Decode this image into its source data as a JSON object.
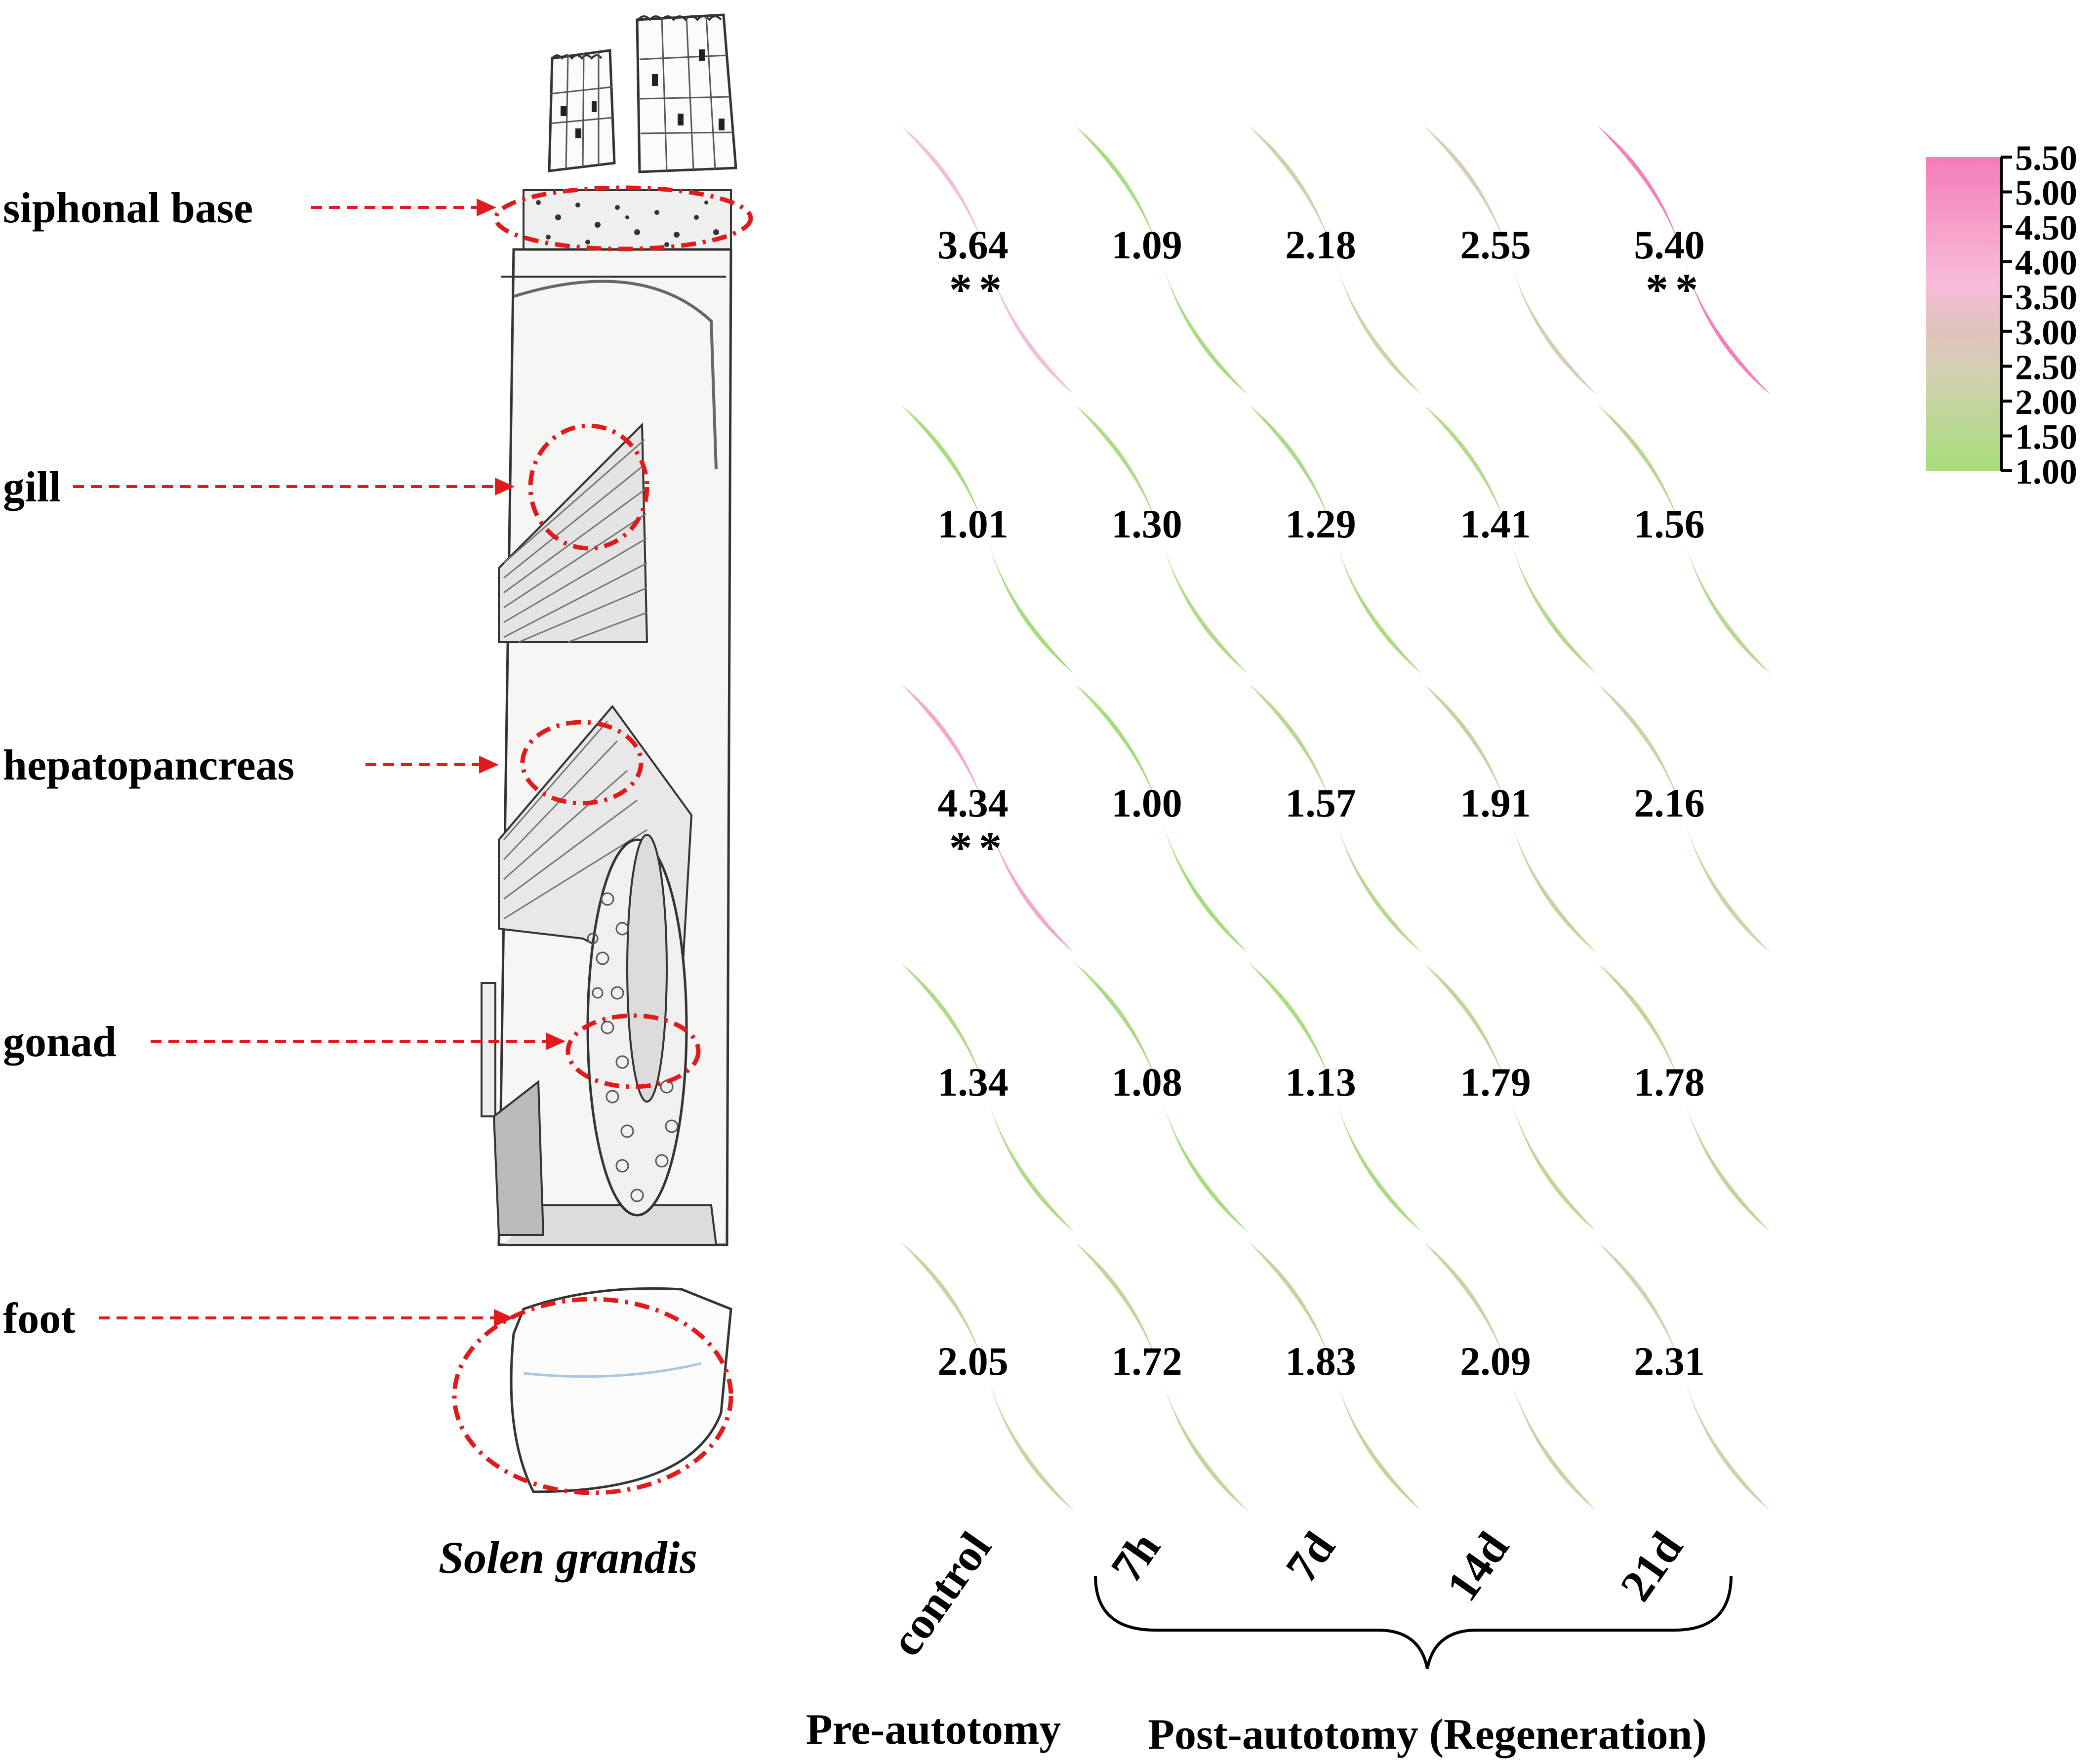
{
  "tissue_labels": [
    "siphonal base",
    "gill",
    "hepatopancreas",
    "gonad",
    "foot"
  ],
  "species": "Solen grandis",
  "chart_data": {
    "type": "heatmap",
    "rows": [
      "siphonal base",
      "gill",
      "hepatopancreas",
      "gonad",
      "foot"
    ],
    "columns": [
      "control",
      "7h",
      "7d",
      "14d",
      "21d"
    ],
    "values": [
      [
        3.64,
        1.09,
        2.18,
        2.55,
        5.4
      ],
      [
        1.01,
        1.3,
        1.29,
        1.41,
        1.56
      ],
      [
        4.34,
        1.0,
        1.57,
        1.91,
        2.16
      ],
      [
        1.34,
        1.08,
        1.13,
        1.79,
        1.78
      ],
      [
        2.05,
        1.72,
        1.83,
        2.09,
        2.31
      ]
    ],
    "value_labels": [
      [
        "3.64",
        "1.09",
        "2.18",
        "2.55",
        "5.40"
      ],
      [
        "1.01",
        "1.30",
        "1.29",
        "1.41",
        "1.56"
      ],
      [
        "4.34",
        "1.00",
        "1.57",
        "1.91",
        "2.16"
      ],
      [
        "1.34",
        "1.08",
        "1.13",
        "1.79",
        "1.78"
      ],
      [
        "2.05",
        "1.72",
        "1.83",
        "2.09",
        "2.31"
      ]
    ],
    "significance": [
      [
        "**",
        "",
        "",
        "",
        "**"
      ],
      [
        "",
        "",
        "",
        "",
        ""
      ],
      [
        "**",
        "",
        "",
        "",
        ""
      ],
      [
        "",
        "",
        "",
        "",
        ""
      ],
      [
        "",
        "",
        "",
        "",
        ""
      ]
    ],
    "colorbar": {
      "min": 1.0,
      "max": 5.5,
      "ticks": [
        "5.50",
        "5.00",
        "4.50",
        "4.00",
        "3.50",
        "3.00",
        "2.50",
        "2.00",
        "1.50",
        "1.00"
      ],
      "tick_values": [
        5.5,
        5.0,
        4.5,
        4.0,
        3.5,
        3.0,
        2.5,
        2.0,
        1.5,
        1.0
      ],
      "colors": {
        "low": "#a6dd7a",
        "mid": "#d6d0b4",
        "high": "#f47cb8"
      }
    },
    "group_labels": [
      "Pre-autotomy",
      "Post-autotomy (Regeneration)"
    ]
  }
}
